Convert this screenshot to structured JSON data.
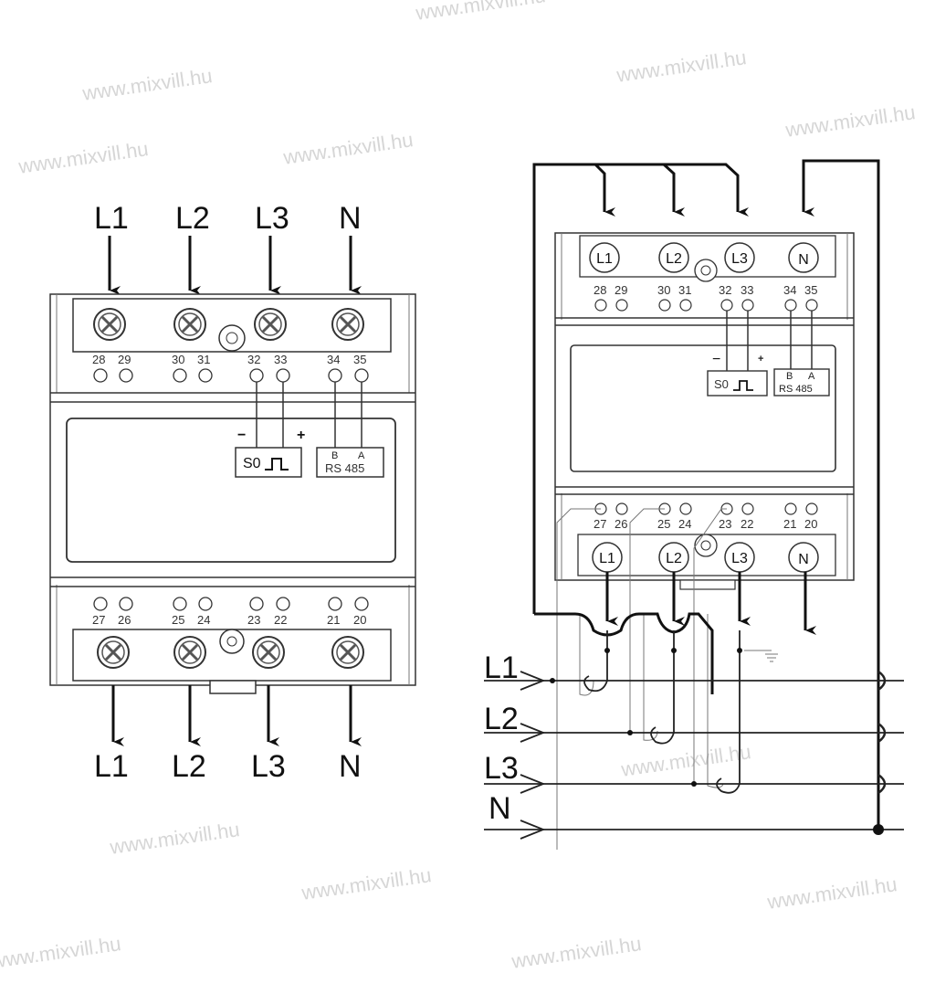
{
  "watermark": "www.mixvill.hu",
  "left_meter": {
    "top_inputs": [
      "L1",
      "L2",
      "L3",
      "N"
    ],
    "bottom_outputs": [
      "L1",
      "L2",
      "L3",
      "N"
    ],
    "top_terminal_numbers": [
      "28",
      "29",
      "30",
      "31",
      "32",
      "33",
      "34",
      "35"
    ],
    "bottom_terminal_numbers": [
      "27",
      "26",
      "25",
      "24",
      "23",
      "22",
      "21",
      "20"
    ],
    "s0_label": "S0",
    "s0_minus": "−",
    "s0_plus": "+",
    "rs485_b": "B",
    "rs485_a": "A",
    "rs485_label": "RS 485"
  },
  "right_meter": {
    "top_terminals": [
      "L1",
      "L2",
      "L3",
      "N"
    ],
    "bottom_terminals": [
      "L1",
      "L2",
      "L3",
      "N"
    ],
    "top_terminal_numbers": [
      "28",
      "29",
      "30",
      "31",
      "32",
      "33",
      "34",
      "35"
    ],
    "bottom_terminal_numbers": [
      "27",
      "26",
      "25",
      "24",
      "23",
      "22",
      "21",
      "20"
    ],
    "s0_label": "S0",
    "s0_minus": "−",
    "s0_plus": "+",
    "rs485_b": "B",
    "rs485_a": "A",
    "rs485_label": "RS 485",
    "lines": [
      "L1",
      "L2",
      "L3",
      "N"
    ]
  }
}
